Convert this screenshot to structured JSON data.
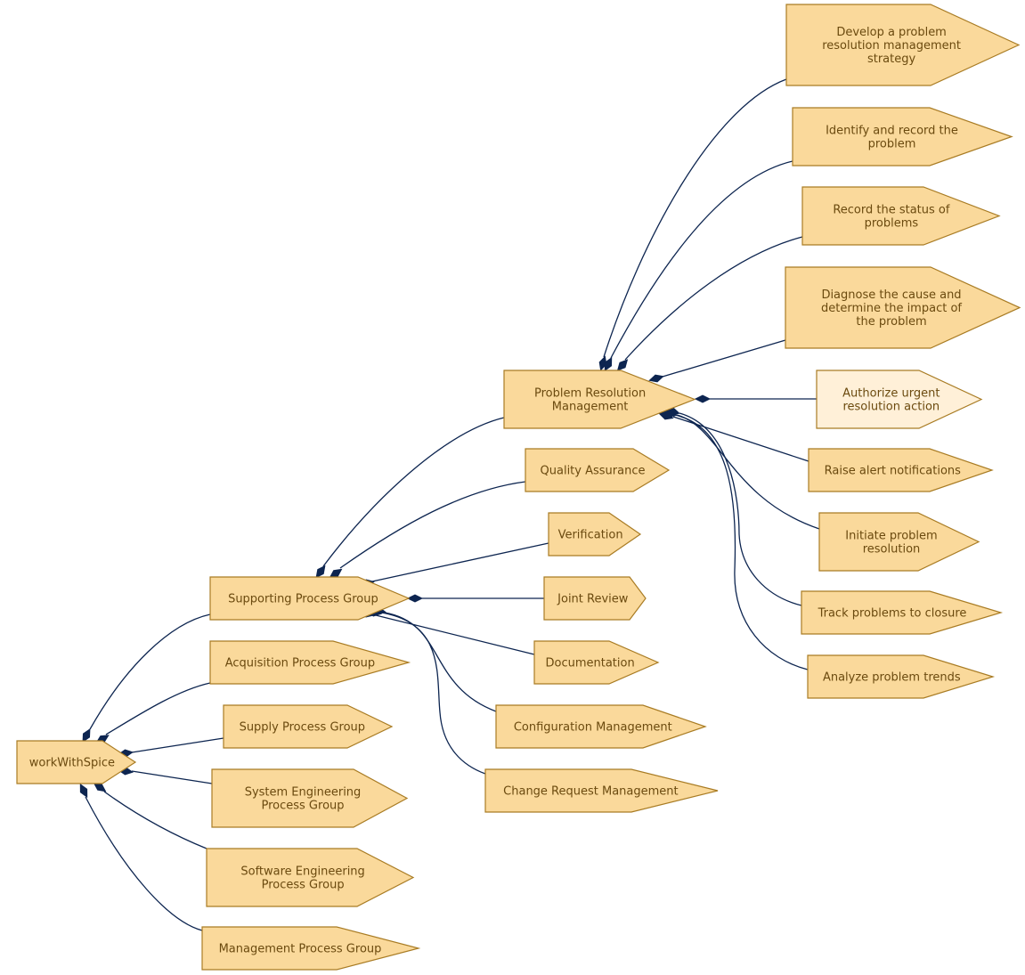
{
  "colors": {
    "node_fill": "#fad99b",
    "node_fill_highlight": "#fff0d8",
    "node_stroke": "#a97c24",
    "text": "#6b4a0f",
    "edge": "#0d2550"
  },
  "nodes": [
    {
      "id": "root",
      "lines": [
        "workWithSpice"
      ],
      "style": "normal"
    },
    {
      "id": "spg",
      "lines": [
        "Supporting Process Group"
      ],
      "style": "normal"
    },
    {
      "id": "apg",
      "lines": [
        "Acquisition Process Group"
      ],
      "style": "normal"
    },
    {
      "id": "suppg",
      "lines": [
        "Supply Process Group"
      ],
      "style": "normal"
    },
    {
      "id": "sepg",
      "lines": [
        "System Engineering",
        "Process Group"
      ],
      "style": "normal"
    },
    {
      "id": "swepg",
      "lines": [
        "Software Engineering",
        "Process Group"
      ],
      "style": "normal"
    },
    {
      "id": "mpg",
      "lines": [
        "Management Process Group"
      ],
      "style": "normal"
    },
    {
      "id": "prm",
      "lines": [
        "Problem Resolution",
        "Management"
      ],
      "style": "normal"
    },
    {
      "id": "qa",
      "lines": [
        "Quality Assurance"
      ],
      "style": "normal"
    },
    {
      "id": "ver",
      "lines": [
        "Verification"
      ],
      "style": "normal"
    },
    {
      "id": "jr",
      "lines": [
        "Joint Review"
      ],
      "style": "normal"
    },
    {
      "id": "doc",
      "lines": [
        "Documentation"
      ],
      "style": "normal"
    },
    {
      "id": "cm",
      "lines": [
        "Configuration Management"
      ],
      "style": "normal"
    },
    {
      "id": "crm",
      "lines": [
        "Change Request Management"
      ],
      "style": "normal"
    },
    {
      "id": "dev",
      "lines": [
        "Develop a problem",
        "resolution management",
        "strategy"
      ],
      "style": "normal"
    },
    {
      "id": "idr",
      "lines": [
        "Identify and record the",
        "problem"
      ],
      "style": "normal"
    },
    {
      "id": "rec",
      "lines": [
        "Record the status of",
        "problems"
      ],
      "style": "normal"
    },
    {
      "id": "diag",
      "lines": [
        "Diagnose the cause and",
        "determine the impact of",
        "the problem"
      ],
      "style": "normal"
    },
    {
      "id": "auth",
      "lines": [
        "Authorize urgent",
        "resolution action"
      ],
      "style": "highlight"
    },
    {
      "id": "alert",
      "lines": [
        "Raise alert notifications"
      ],
      "style": "normal"
    },
    {
      "id": "init",
      "lines": [
        "Initiate problem",
        "resolution"
      ],
      "style": "normal"
    },
    {
      "id": "track",
      "lines": [
        "Track problems to closure"
      ],
      "style": "normal"
    },
    {
      "id": "trend",
      "lines": [
        "Analyze problem trends"
      ],
      "style": "normal"
    }
  ],
  "edges": [
    {
      "from": "root",
      "to": "spg"
    },
    {
      "from": "root",
      "to": "apg"
    },
    {
      "from": "root",
      "to": "suppg"
    },
    {
      "from": "root",
      "to": "sepg"
    },
    {
      "from": "root",
      "to": "swepg"
    },
    {
      "from": "root",
      "to": "mpg"
    },
    {
      "from": "spg",
      "to": "prm"
    },
    {
      "from": "spg",
      "to": "qa"
    },
    {
      "from": "spg",
      "to": "ver"
    },
    {
      "from": "spg",
      "to": "jr"
    },
    {
      "from": "spg",
      "to": "doc"
    },
    {
      "from": "spg",
      "to": "cm"
    },
    {
      "from": "spg",
      "to": "crm"
    },
    {
      "from": "prm",
      "to": "dev"
    },
    {
      "from": "prm",
      "to": "idr"
    },
    {
      "from": "prm",
      "to": "rec"
    },
    {
      "from": "prm",
      "to": "diag"
    },
    {
      "from": "prm",
      "to": "auth"
    },
    {
      "from": "prm",
      "to": "alert"
    },
    {
      "from": "prm",
      "to": "init"
    },
    {
      "from": "prm",
      "to": "track"
    },
    {
      "from": "prm",
      "to": "trend"
    }
  ]
}
